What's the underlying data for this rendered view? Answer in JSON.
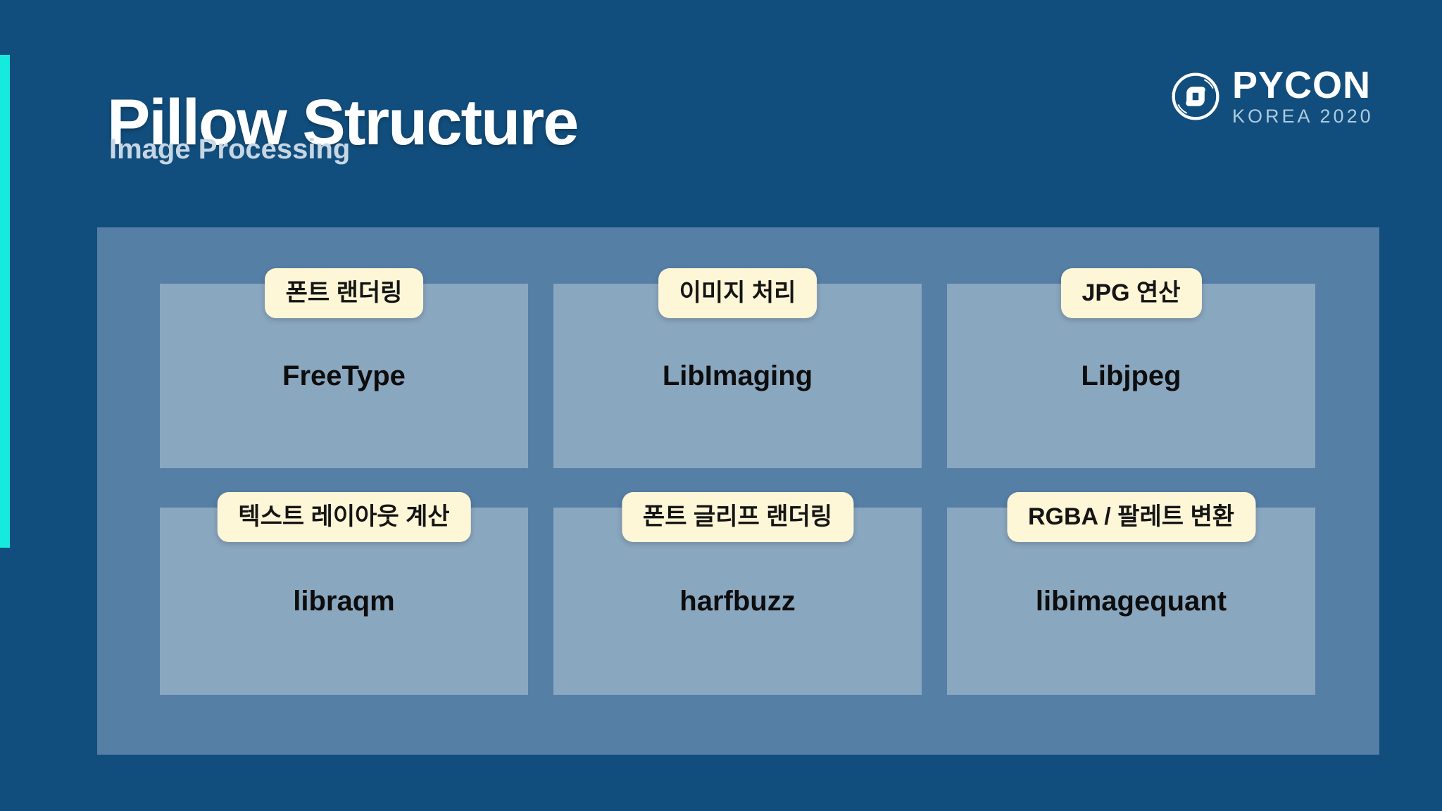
{
  "slide": {
    "title": "Pillow Structure",
    "subtitle": "Image Processing"
  },
  "logo": {
    "name": "PYCON",
    "sub": "KOREA 2020",
    "icon": "pycon-korea-logo"
  },
  "diagram": {
    "cells": [
      {
        "badge": "폰트 랜더링",
        "name": "FreeType"
      },
      {
        "badge": "이미지 처리",
        "name": "LibImaging"
      },
      {
        "badge": "JPG 연산",
        "name": "Libjpeg"
      },
      {
        "badge": "텍스트 레이아웃 계산",
        "name": "libraqm"
      },
      {
        "badge": "폰트 글리프 랜더링",
        "name": "harfbuzz"
      },
      {
        "badge": "RGBA / 팔레트 변환",
        "name": "libimagequant"
      }
    ]
  },
  "colors": {
    "background": "#114E7D",
    "accent_bar": "#16E9DD",
    "panel": "#567FA6",
    "box": "#8AA7C0",
    "badge_bg": "#FDF6D7",
    "badge_text": "#151515",
    "box_text": "#0D0D0D",
    "title_text": "#FFFFFF",
    "subtitle_text": "#C7D6E4"
  }
}
